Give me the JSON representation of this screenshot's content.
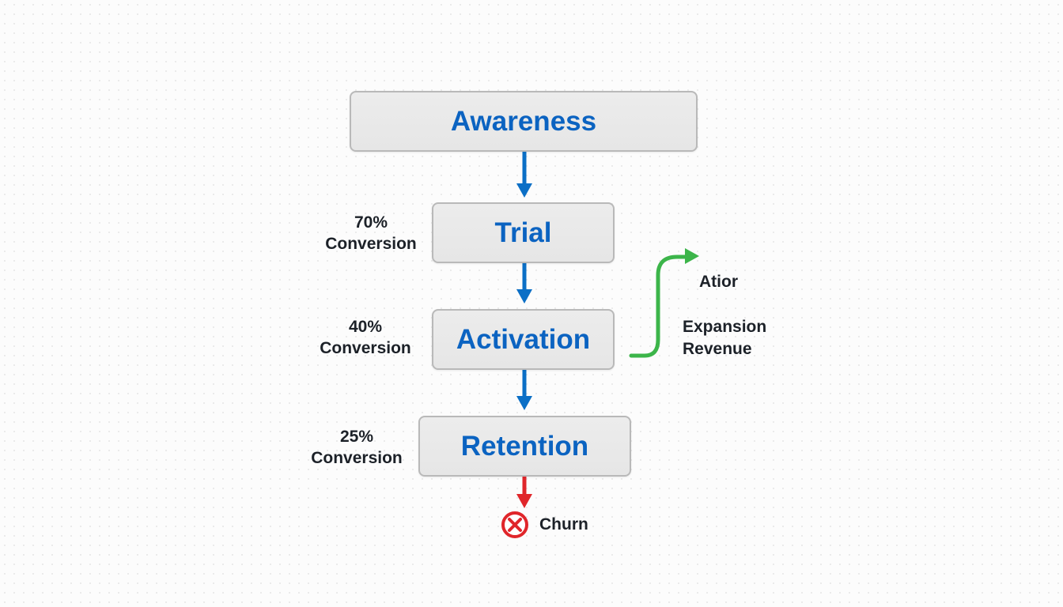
{
  "diagram": {
    "type": "funnel-flow",
    "stages": [
      {
        "label": "Awareness",
        "conversion": null
      },
      {
        "label": "Trial",
        "conversion": "70%",
        "conversion_label": "Conversion"
      },
      {
        "label": "Activation",
        "conversion": "40%",
        "conversion_label": "Conversion"
      },
      {
        "label": "Retention",
        "conversion": "25%",
        "conversion_label": "Conversion"
      }
    ],
    "branches": {
      "expansion": {
        "label_top": "Atior",
        "label_line1": "Expansion",
        "label_line2": "Revenue",
        "color": "#3cb54a"
      },
      "churn": {
        "label": "Churn",
        "color": "#e0262b",
        "icon": "x-circle-icon"
      }
    },
    "colors": {
      "stage_text": "#0b63c1",
      "flow_arrow": "#0b6fc6",
      "box_fill": "#e9e9e9",
      "box_border": "#b9b9b9",
      "label_text": "#1c2128"
    }
  }
}
